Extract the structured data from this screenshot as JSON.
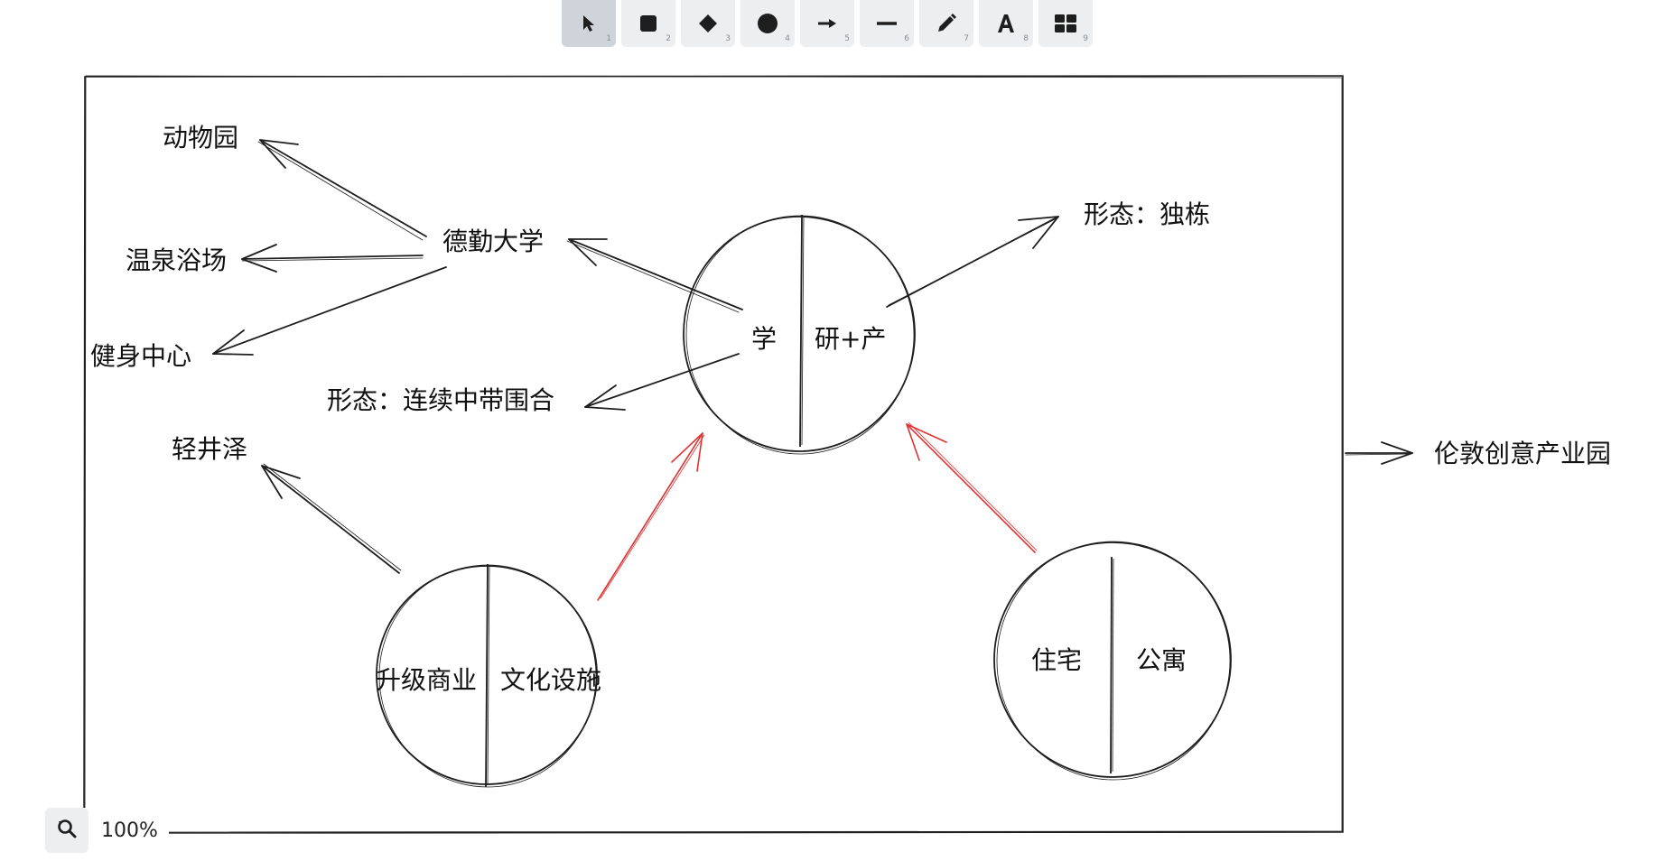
{
  "toolbar": {
    "tools": [
      {
        "name": "selection",
        "icon": "pointer-icon",
        "key": "1",
        "selected": true
      },
      {
        "name": "rectangle",
        "icon": "square-icon",
        "key": "2",
        "selected": false
      },
      {
        "name": "diamond",
        "icon": "diamond-icon",
        "key": "3",
        "selected": false
      },
      {
        "name": "ellipse",
        "icon": "circle-icon",
        "key": "4",
        "selected": false
      },
      {
        "name": "arrow",
        "icon": "arrow-icon",
        "key": "5",
        "selected": false
      },
      {
        "name": "line",
        "icon": "line-icon",
        "key": "6",
        "selected": false
      },
      {
        "name": "draw",
        "icon": "pencil-icon",
        "key": "7",
        "selected": false
      },
      {
        "name": "text",
        "icon": "text-icon",
        "key": "8",
        "selected": false
      },
      {
        "name": "library",
        "icon": "grid-icon",
        "key": "9",
        "selected": false
      }
    ]
  },
  "diagram": {
    "labels": {
      "zoo": "动物园",
      "hot_spring": "温泉浴场",
      "fitness": "健身中心",
      "university": "德勤大学",
      "form_continuous": "形态：连续中带围合",
      "karuizawa": "轻井泽",
      "form_single": "形态：独栋",
      "learning": "学",
      "research_industry": "研+产",
      "commerce": "升级商业",
      "culture": "文化设施",
      "housing": "住宅",
      "apartment": "公寓",
      "london_park": "伦敦创意产业园"
    },
    "colors": {
      "stroke": "#1e1e1e",
      "accent_arrow": "#e03131"
    }
  },
  "zoom": {
    "value": "100%"
  }
}
